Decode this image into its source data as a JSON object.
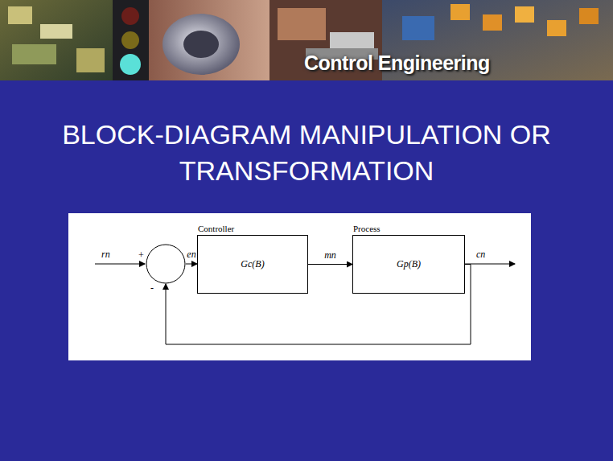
{
  "diagram": {
    "title": "BLOCK-DIAGRAM MANIPULATION OR TRANSFORMATION",
    "nodes": [
      {
        "text": [
          "+",
          "-"
        ]
      },
      {
        "text": [
          "Controller",
          "Gc(B)"
        ]
      },
      {
        "text": [
          "Process",
          "Gp(B)"
        ]
      }
    ],
    "edges": [
      {
        "from": 0,
        "to": 1,
        "arrow": "to",
        "label": "en"
      },
      {
        "from": 1,
        "to": 2,
        "arrow": "to",
        "label": "mn"
      },
      {
        "from": 2,
        "to": 0,
        "arrow": "to"
      }
    ],
    "labels": [
      "Control Engineering",
      "rn",
      "cn"
    ]
  }
}
